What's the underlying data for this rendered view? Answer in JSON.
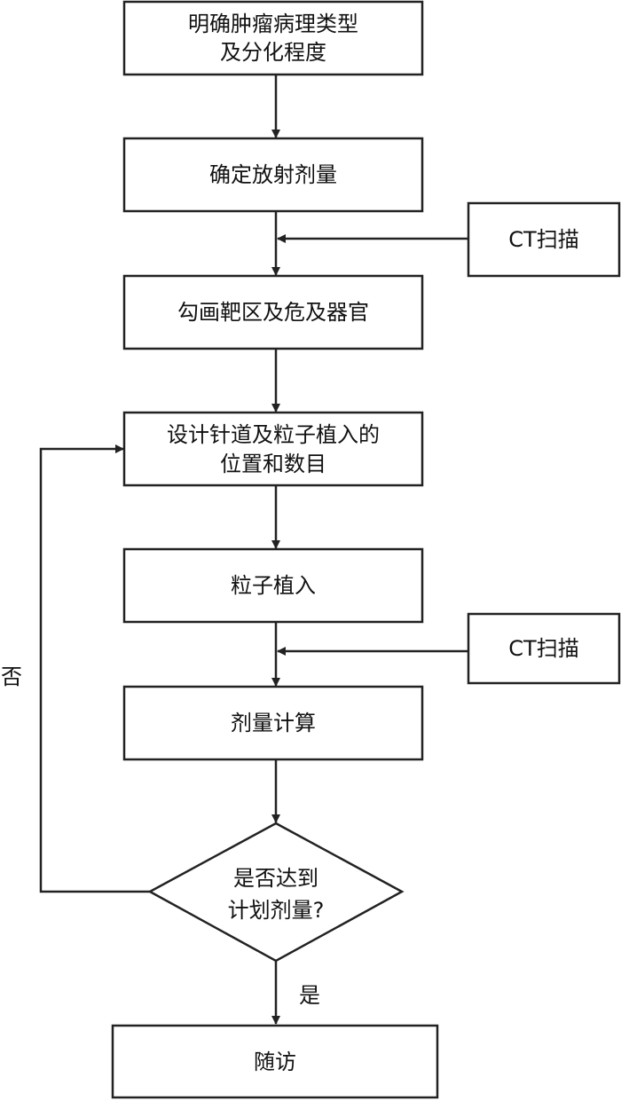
{
  "nodes": {
    "pathology": {
      "line1": "明确肿瘤病理类型",
      "line2": "及分化程度"
    },
    "dose": {
      "label": "确定放射剂量"
    },
    "ct_scan_1": {
      "label": "CT扫描"
    },
    "contour": {
      "label": "勾画靶区及危及器官"
    },
    "design": {
      "line1": "设计针道及粒子植入的",
      "line2": "位置和数目"
    },
    "implant": {
      "label": "粒子植入"
    },
    "ct_scan_2": {
      "label": "CT扫描"
    },
    "dose_calc": {
      "label": "剂量计算"
    },
    "decision": {
      "line1": "是否达到",
      "line2": "计划剂量?"
    },
    "followup": {
      "label": "随访"
    }
  },
  "edges": {
    "no_label": "否",
    "yes_label": "是"
  },
  "colors": {
    "stroke": "#222222",
    "text": "#111111",
    "background": "#ffffff"
  }
}
